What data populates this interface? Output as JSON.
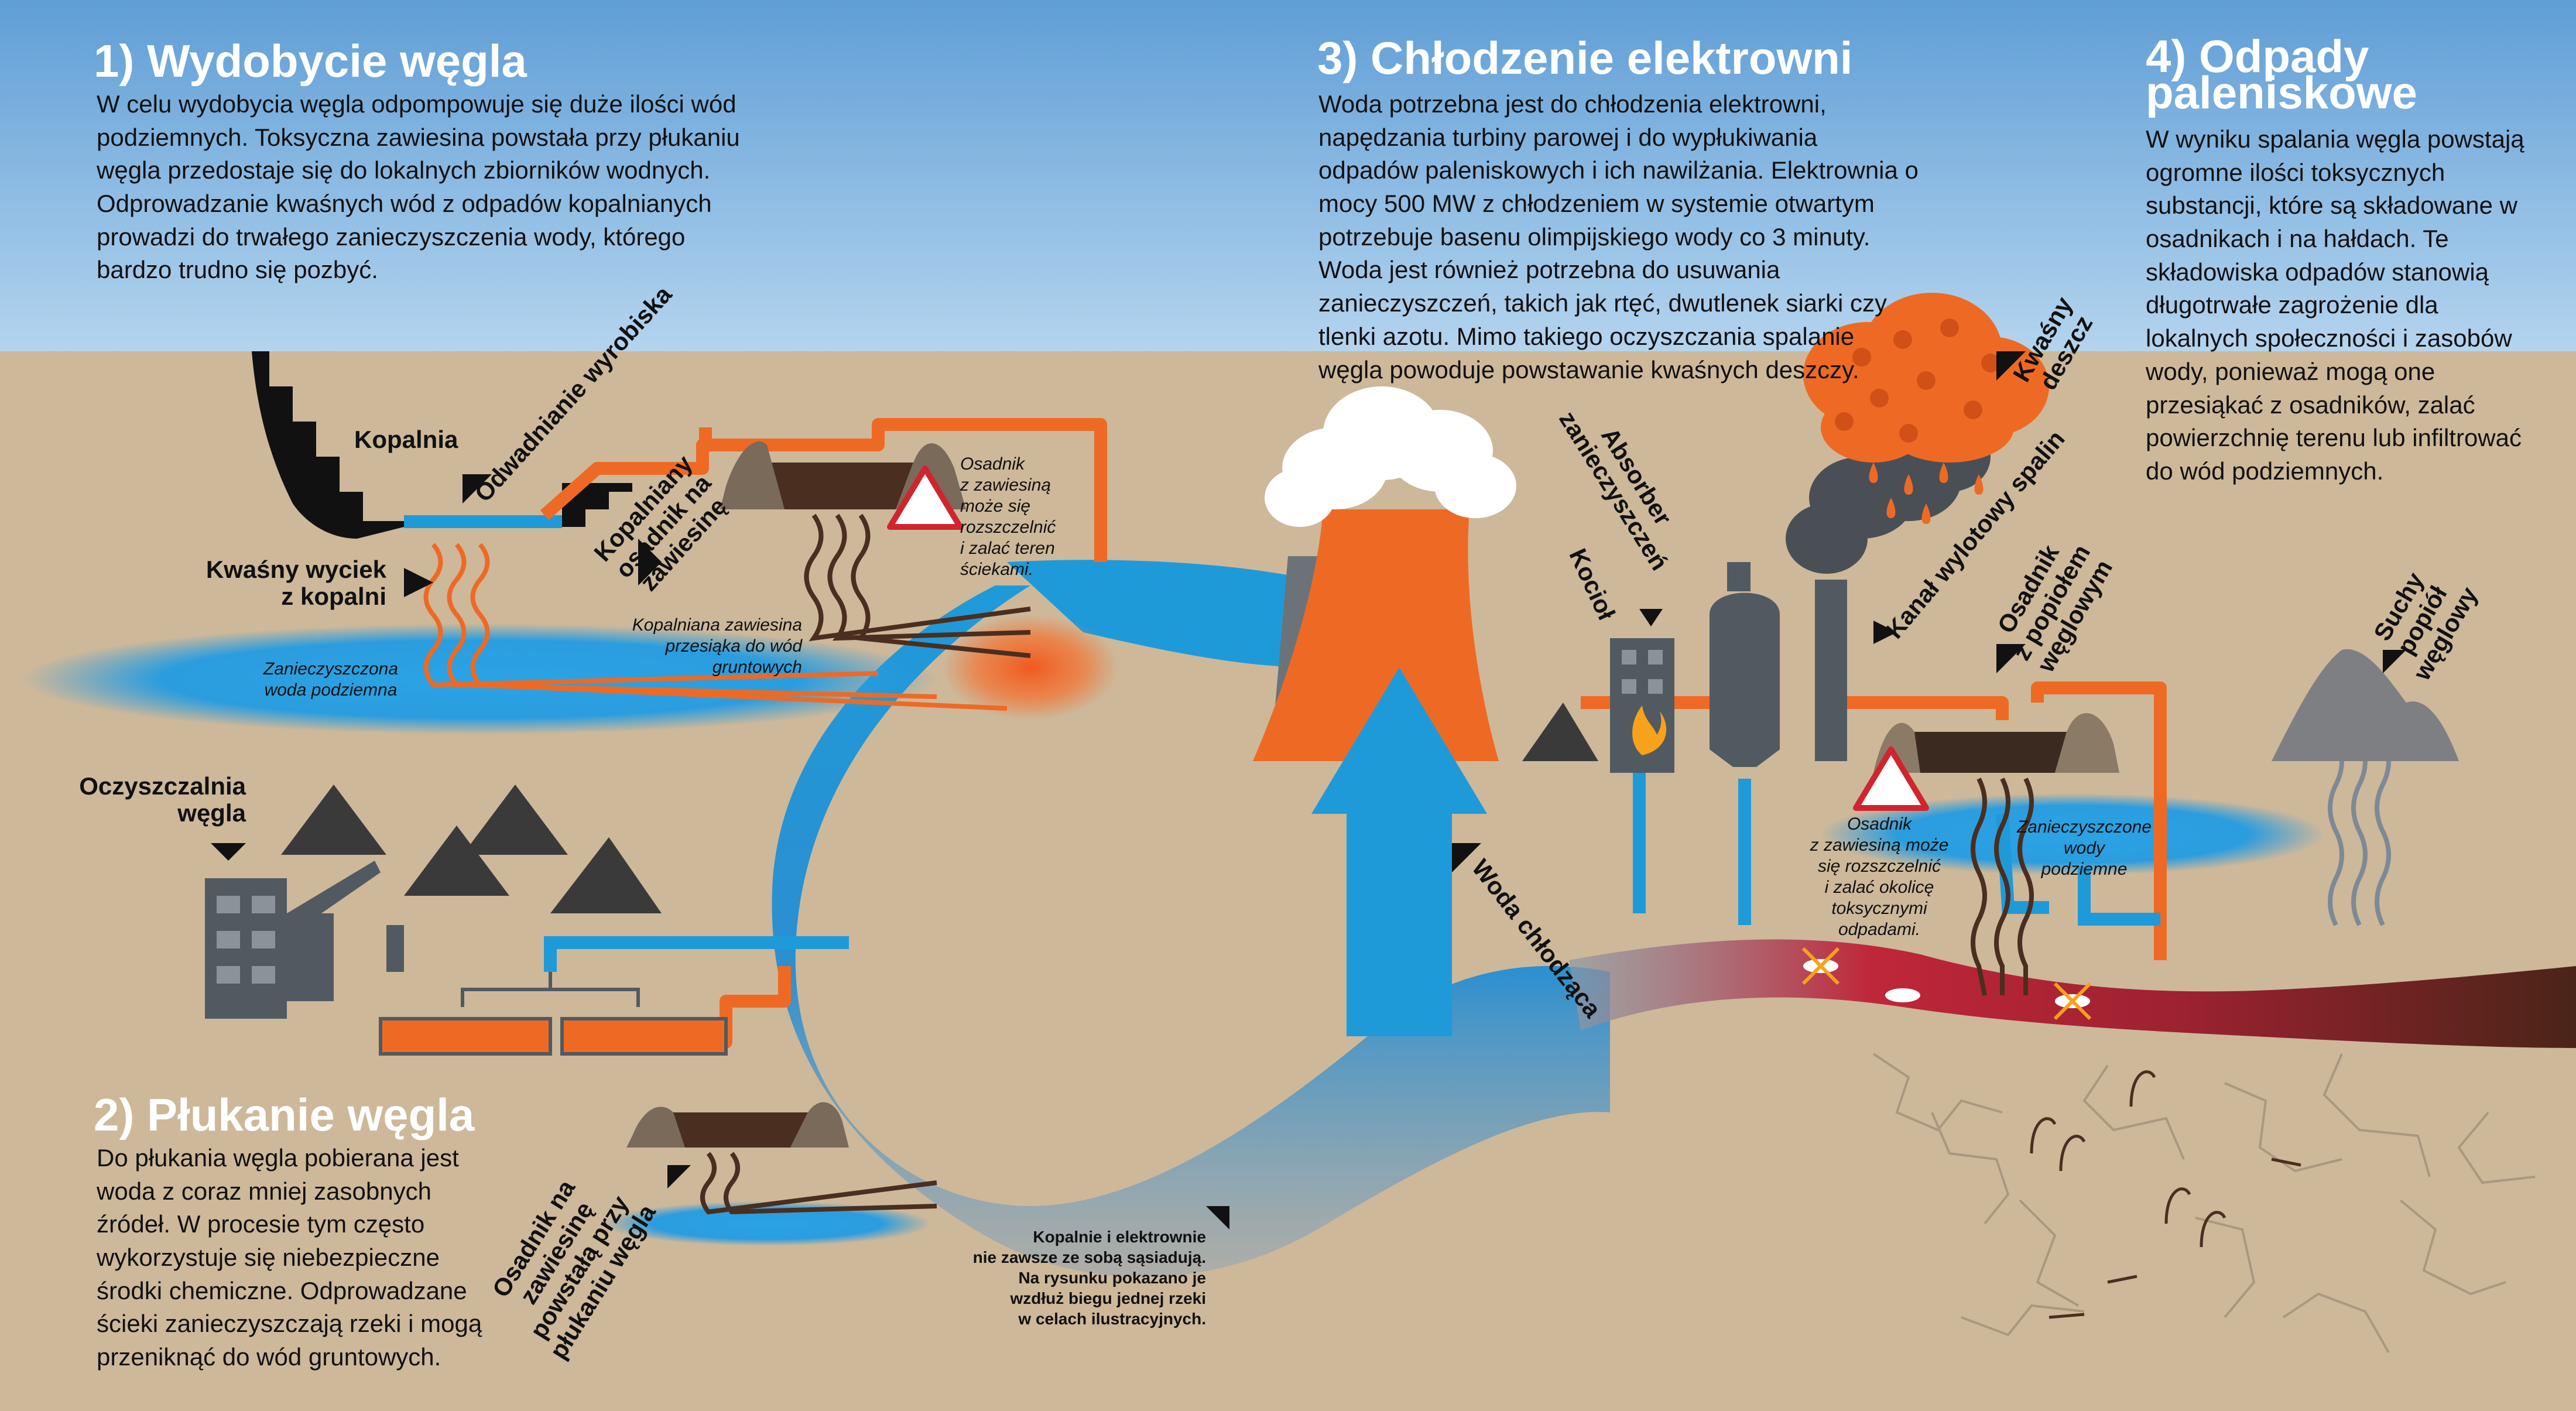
{
  "sections": {
    "s1": {
      "title": "1) Wydobycie węgla",
      "text": "W celu wydobycia węgla odpompowuje się duże ilości wód podziemnych. Toksyczna zawiesina powstała przy płukaniu węgla przedostaje się do lokalnych zbiorników wodnych. Odprowadzanie kwaśnych wód z odpadów kopalnianych prowadzi do trwałego zanieczyszczenia wody, którego bardzo trudno się pozbyć."
    },
    "s2": {
      "title": "2) Płukanie węgla",
      "text": "Do płukania węgla pobierana jest woda z coraz mniej zasobnych źródeł. W procesie tym często wykorzystuje się niebezpieczne środki chemiczne. Odprowadzane ścieki zanieczyszczają rzeki i mogą przeniknąć do wód gruntowych."
    },
    "s3": {
      "title": "3) Chłodzenie elektrowni",
      "text": "Woda potrzebna jest do chłodzenia elektrowni, napędzania turbiny parowej i do wypłukiwania odpadów paleniskowych i ich nawilżania. Elektrownia o mocy 500 MW z chłodzeniem w systemie otwartym potrzebuje basenu olimpijskiego wody co 3 minuty. Woda jest również potrzebna do usuwania zanieczyszczeń, takich jak rtęć, dwutlenek siarki czy tlenki azotu. Mimo takiego oczyszczania spalanie węgla powoduje powstawanie kwaśnych deszczy."
    },
    "s4": {
      "title_line1": "4) Odpady",
      "title_line2": "paleniskowe",
      "text": "W wyniku spalania węgla powstają ogromne ilości toksycznych substancji, które są składowane w osadnikach i na hałdach. Te składowiska odpadów stanowią długotrwałe zagrożenie dla lokalnych społeczności i zasobów wody, ponieważ mogą one przesiąkać z osadników, zalać powierzchnię terenu lub infiltrować do wód podziemnych."
    }
  },
  "labels": {
    "kopalnia": "Kopalnia",
    "odwadnianie": "Odwadnianie wyrobiska",
    "wyciek_1": "Kwaśny wyciek",
    "wyciek_2": "z kopalni",
    "osadnik_kop_1": "Kopalniany",
    "osadnik_kop_2": "osadnik na",
    "osadnik_kop_3": "zawiesinę",
    "osadnik_warn_1": "Osadnik",
    "osadnik_warn_2": "z zawiesiną",
    "osadnik_warn_3": "może się",
    "osadnik_warn_4": "rozszczelnić",
    "osadnik_warn_5": "i zalać teren",
    "osadnik_warn_6": "ściekami.",
    "kop_zaw_1": "Kopalniana zawiesina",
    "kop_zaw_2": "przesiąka do wód gruntowych",
    "zan_woda_1": "Zanieczyszczona",
    "zan_woda_2": "woda podziemna",
    "oczyszczalnia_1": "Oczyszczalnia",
    "oczyszczalnia_2": "węgla",
    "osadnik_plu_1": "Osadnik na",
    "osadnik_plu_2": "zawiesinę",
    "osadnik_plu_3": "powstałą przy",
    "osadnik_plu_4": "płukaniu węgla",
    "note_1": "Kopalnie i elektrownie",
    "note_2": "nie zawsze ze sobą sąsiadują.",
    "note_3": "Na rysunku pokazano je",
    "note_4": "wzdłuż biegu jednej rzeki",
    "note_5": "w celach ilustracyjnych.",
    "woda_chlodzaca": "Woda chłodząca",
    "kociol": "Kocioł",
    "absorber_1": "Absorber",
    "absorber_2": "zanieczyszczeń",
    "kwasny_deszcz_1": "Kwaśny",
    "kwasny_deszcz_2": "deszcz",
    "kanal": "Kanał wylotowy spalin",
    "osadnik_pop_1": "Osadnik",
    "osadnik_pop_2": "z popiołem",
    "osadnik_pop_3": "węglowym",
    "osadnik_zaw2_1": "Osadnik",
    "osadnik_zaw2_2": "z zawiesiną może",
    "osadnik_zaw2_3": "się rozszczelnić",
    "osadnik_zaw2_4": "i zalać okolicę",
    "osadnik_zaw2_5": "toksycznymi",
    "osadnik_zaw2_6": "odpadami.",
    "zan_wody_1": "Zanieczyszczone",
    "zan_wody_2": "wody",
    "zan_wody_3": "podziemne",
    "suchy_1": "Suchy",
    "suchy_2": "popiół",
    "suchy_3": "węglowy"
  },
  "colors": {
    "sky": "#7aaedc",
    "ground": "#cdb89a",
    "water": "#1f9ad9",
    "pipe_orange": "#ee6a24",
    "pollution_red": "#b3262e",
    "sludge": "#4a2e20",
    "factory_gray": "#515a61"
  }
}
